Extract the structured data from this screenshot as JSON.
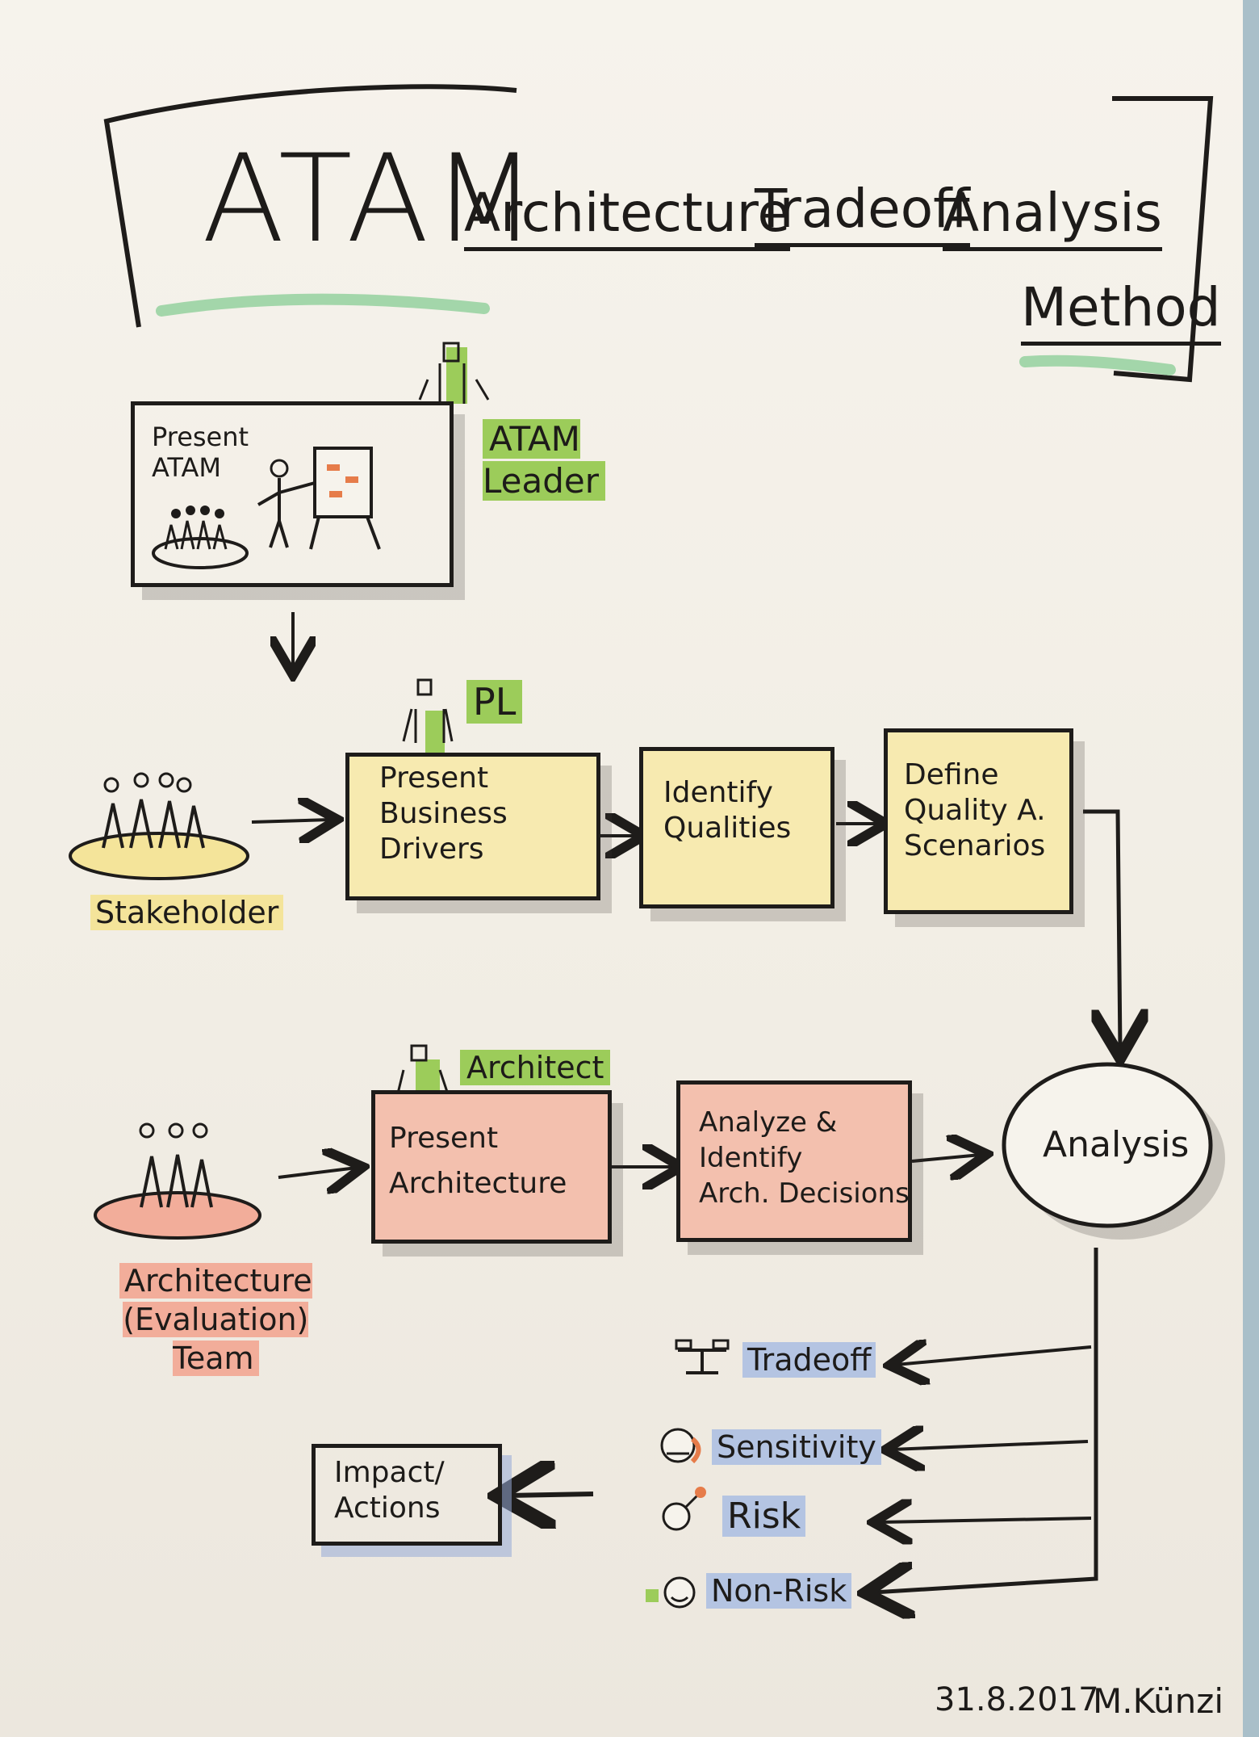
{
  "header": {
    "acronym": "ATAM",
    "word1": "Architecture",
    "word2": "Tradeoff",
    "word3": "Analysis",
    "word4": "Method"
  },
  "present_atam": {
    "label": "Present\nATAM",
    "role": "ATAM\nLeader"
  },
  "row1": {
    "actor": "Stakeholder",
    "role": "PL",
    "box1": "Present\nBusiness\nDrivers",
    "box2": "Identify\nQualities",
    "box3": "Define\nQuality A.\nScenarios"
  },
  "row2": {
    "actor": "Architecture\n(Evaluation)\nTeam",
    "role": "Architect",
    "box1": "Present\nArchitecture",
    "box2": "Analyze &\nIdentify\nArch. Decisions"
  },
  "analysis": "Analysis",
  "outputs": [
    {
      "label": "Tradeoff",
      "icon": "scale-icon"
    },
    {
      "label": "Sensitivity",
      "icon": "sensitive-face-icon"
    },
    {
      "label": "Risk",
      "icon": "bomb-icon"
    },
    {
      "label": "Non-Risk",
      "icon": "smiley-check-icon"
    }
  ],
  "impact": "Impact/\nActions",
  "footer": {
    "date": "31.8.2017",
    "author": "M.Künzi"
  },
  "colors": {
    "green": "#9ccc5a",
    "yellow": "#f7eab0",
    "red": "#f3c0ae",
    "blue": "#b4c4e2",
    "ink": "#1e1c1a"
  }
}
